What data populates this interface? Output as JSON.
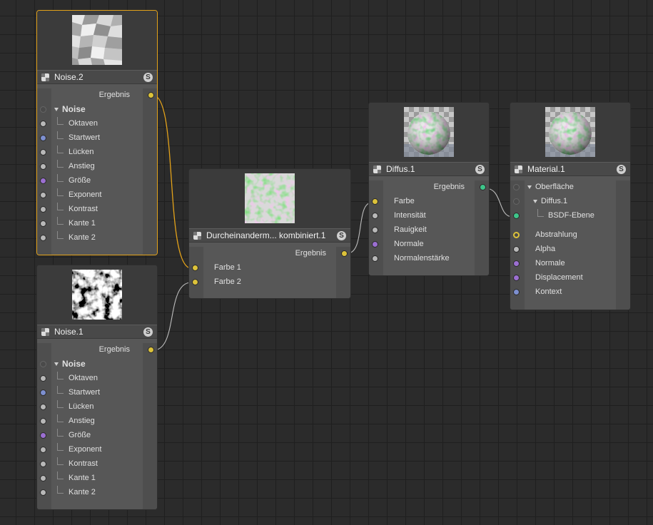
{
  "colors": {
    "background": "#2b2b2b",
    "node_body": "#575757",
    "selection": "#e3a21a",
    "port_yellow": "#dcc23a",
    "port_green": "#3ec58a",
    "port_blue": "#7d8fcf",
    "port_purple": "#9b6fd1",
    "port_gray": "#b8b8b8"
  },
  "icons": {
    "node_type": "checker-node-icon",
    "solo": "s-badge-icon",
    "expand": "triangle-down-icon"
  },
  "nodes": {
    "noise2": {
      "title": "Noise.2",
      "solo": "S",
      "output": "Ergebnis",
      "group": "Noise",
      "inputs": [
        "Oktaven",
        "Startwert",
        "Lücken",
        "Anstieg",
        "Größe",
        "Exponent",
        "Kontrast",
        "Kante 1",
        "Kante 2"
      ]
    },
    "noise1": {
      "title": "Noise.1",
      "solo": "S",
      "output": "Ergebnis",
      "group": "Noise",
      "inputs": [
        "Oktaven",
        "Startwert",
        "Lücken",
        "Anstieg",
        "Größe",
        "Exponent",
        "Kontrast",
        "Kante 1",
        "Kante 2"
      ]
    },
    "mix": {
      "title": "Durcheinanderm... kombiniert.1",
      "solo": "S",
      "output": "Ergebnis",
      "inputs": [
        "Farbe 1",
        "Farbe 2"
      ]
    },
    "diffus": {
      "title": "Diffus.1",
      "solo": "S",
      "output": "Ergebnis",
      "inputs": [
        "Farbe",
        "Intensität",
        "Rauigkeit",
        "Normale",
        "Normalenstärke"
      ]
    },
    "material": {
      "title": "Material.1",
      "solo": "S",
      "tree": [
        "Oberfläche",
        "Diffus.1",
        "BSDF-Ebene"
      ],
      "inputs": [
        "Abstrahlung",
        "Alpha",
        "Normale",
        "Displacement",
        "Kontext"
      ]
    }
  }
}
